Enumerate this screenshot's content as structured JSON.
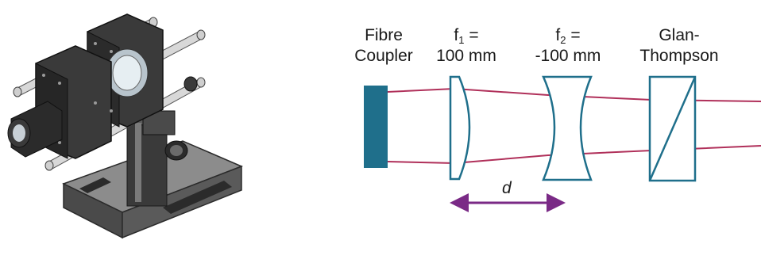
{
  "labels": {
    "fibre_coupler_line1": "Fibre",
    "fibre_coupler_line2": "Coupler",
    "f1_name": "f",
    "f1_sub": "1",
    "f1_eq": " =",
    "f1_value": "100 mm",
    "f2_name": "f",
    "f2_sub": "2",
    "f2_eq": " =",
    "f2_value": "-100 mm",
    "glan_line1": "Glan-",
    "glan_line2": "Thompson",
    "distance": "d"
  },
  "colors": {
    "beam": "#b0305a",
    "coupler": "#1f6f8b",
    "lens_stroke": "#1f6f8b",
    "arrow": "#7a2a86",
    "metal_dark": "#2b2b2b",
    "metal_mid": "#6b6b6b",
    "metal_light": "#cfcfcf"
  },
  "icons": {
    "mount": "optical-mount-3d-illustration"
  }
}
